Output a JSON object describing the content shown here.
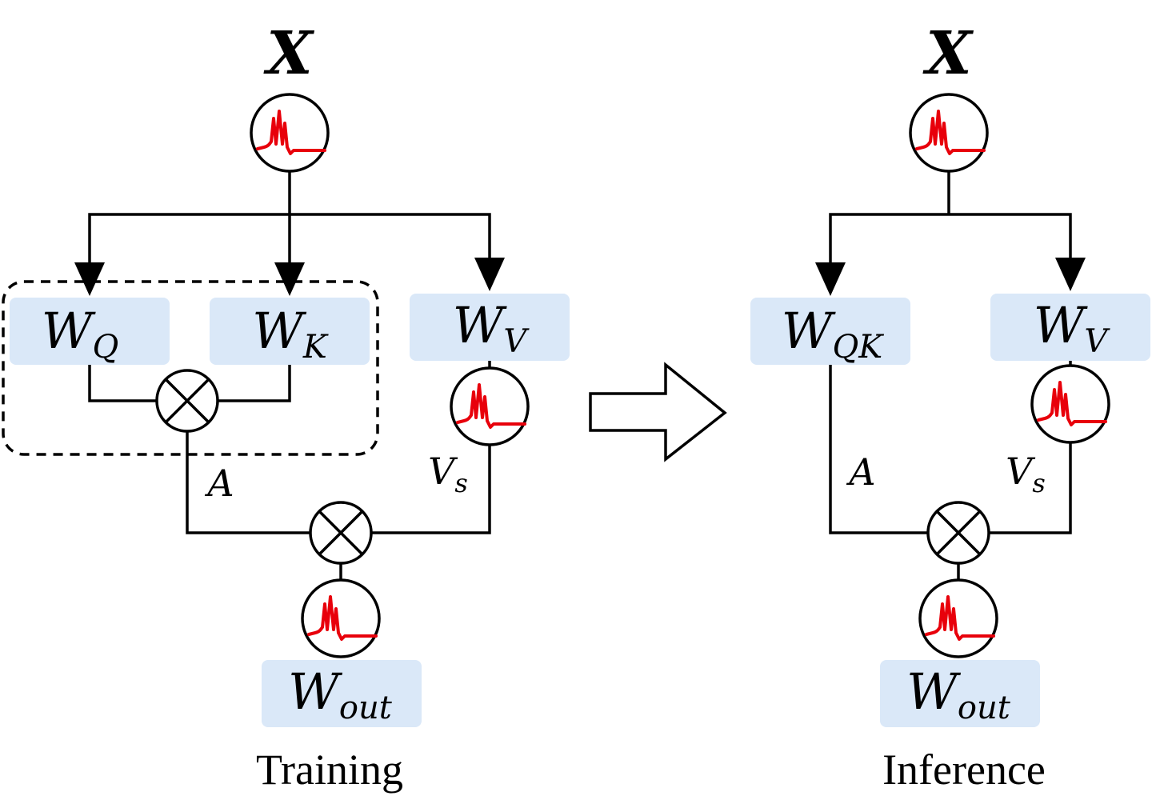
{
  "training": {
    "caption": "Training",
    "input": "X",
    "wq": {
      "main": "W",
      "sub": "Q"
    },
    "wk": {
      "main": "W",
      "sub": "K"
    },
    "wv": {
      "main": "W",
      "sub": "V"
    },
    "wout": {
      "main": "W",
      "sub": "out"
    },
    "a_label": "A",
    "vs": {
      "main": "V",
      "sub": "s"
    }
  },
  "inference": {
    "caption": "Inference",
    "input": "X",
    "wqk": {
      "main": "W",
      "sub": "QK"
    },
    "wv": {
      "main": "W",
      "sub": "V"
    },
    "wout": {
      "main": "W",
      "sub": "out"
    },
    "a_label": "A",
    "vs": {
      "main": "V",
      "sub": "s"
    }
  },
  "colors": {
    "box_fill": "#dae8f8",
    "spike": "#e8000b",
    "line": "#000000"
  },
  "icons": {
    "neuron": "spiking-neuron-icon",
    "multiply": "circle-times-icon",
    "transform": "hollow-right-arrow-icon"
  }
}
